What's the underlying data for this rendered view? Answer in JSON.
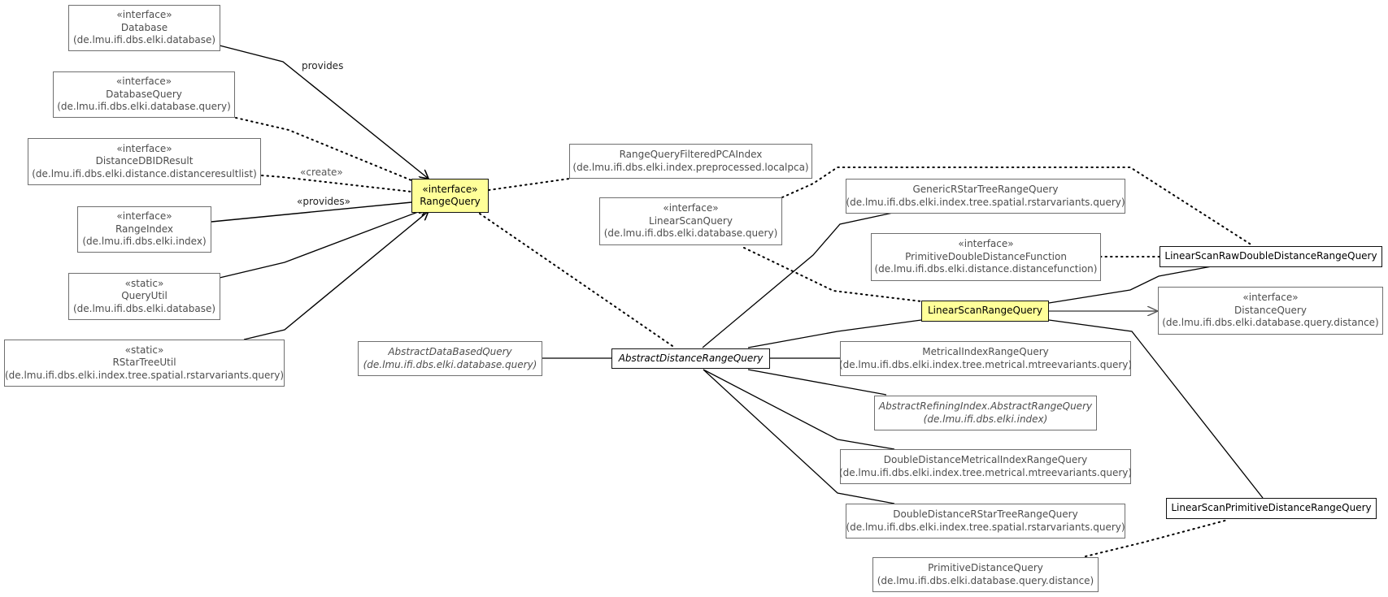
{
  "nodes": {
    "database": {
      "stereotype": "«interface»",
      "name": "Database",
      "package": "(de.lmu.ifi.dbs.elki.database)"
    },
    "database_query": {
      "stereotype": "«interface»",
      "name": "DatabaseQuery",
      "package": "(de.lmu.ifi.dbs.elki.database.query)"
    },
    "distance_dbid_result": {
      "stereotype": "«interface»",
      "name": "DistanceDBIDResult",
      "package": "(de.lmu.ifi.dbs.elki.distance.distanceresultlist)"
    },
    "range_index": {
      "stereotype": "«interface»",
      "name": "RangeIndex",
      "package": "(de.lmu.ifi.dbs.elki.index)"
    },
    "query_util": {
      "stereotype": "«static»",
      "name": "QueryUtil",
      "package": "(de.lmu.ifi.dbs.elki.database)"
    },
    "rstar_tree_util": {
      "stereotype": "«static»",
      "name": "RStarTreeUtil",
      "package": "(de.lmu.ifi.dbs.elki.index.tree.spatial.rstarvariants.query)"
    },
    "range_query": {
      "stereotype": "«interface»",
      "name": "RangeQuery"
    },
    "range_query_filtered_pca": {
      "name": "RangeQueryFilteredPCAIndex",
      "package": "(de.lmu.ifi.dbs.elki.index.preprocessed.localpca)"
    },
    "linear_scan_query": {
      "stereotype": "«interface»",
      "name": "LinearScanQuery",
      "package": "(de.lmu.ifi.dbs.elki.database.query)"
    },
    "abstract_data_based_query": {
      "name": "AbstractDataBasedQuery",
      "package": "(de.lmu.ifi.dbs.elki.database.query)"
    },
    "abstract_distance_range_query": {
      "name": "AbstractDistanceRangeQuery"
    },
    "generic_rstar_tree_range_query": {
      "name": "GenericRStarTreeRangeQuery",
      "package": "(de.lmu.ifi.dbs.elki.index.tree.spatial.rstarvariants.query)"
    },
    "primitive_double_distance_function": {
      "stereotype": "«interface»",
      "name": "PrimitiveDoubleDistanceFunction",
      "package": "(de.lmu.ifi.dbs.elki.distance.distancefunction)"
    },
    "linear_scan_range_query": {
      "name": "LinearScanRangeQuery"
    },
    "metrical_index_range_query": {
      "name": "MetricalIndexRangeQuery",
      "package": "(de.lmu.ifi.dbs.elki.index.tree.metrical.mtreevariants.query)"
    },
    "abstract_refining_index_range_query": {
      "name": "AbstractRefiningIndex.AbstractRangeQuery",
      "package": "(de.lmu.ifi.dbs.elki.index)"
    },
    "double_distance_metrical_index_range_query": {
      "name": "DoubleDistanceMetricalIndexRangeQuery",
      "package": "(de.lmu.ifi.dbs.elki.index.tree.metrical.mtreevariants.query)"
    },
    "double_distance_rstar_tree_range_query": {
      "name": "DoubleDistanceRStarTreeRangeQuery",
      "package": "(de.lmu.ifi.dbs.elki.index.tree.spatial.rstarvariants.query)"
    },
    "primitive_distance_query": {
      "name": "PrimitiveDistanceQuery",
      "package": "(de.lmu.ifi.dbs.elki.database.query.distance)"
    },
    "linear_scan_raw_double_distance_range_query": {
      "name": "LinearScanRawDoubleDistanceRangeQuery"
    },
    "distance_query": {
      "stereotype": "«interface»",
      "name": "DistanceQuery",
      "package": "(de.lmu.ifi.dbs.elki.database.query.distance)"
    },
    "linear_scan_primitive_distance_range_query": {
      "name": "LinearScanPrimitiveDistanceRangeQuery"
    }
  },
  "edge_labels": {
    "provides": "provides",
    "create": "«create»",
    "provides_stereo": "«provides»"
  },
  "colors": {
    "focus_fill": "#ffff99",
    "line": "#000000",
    "border": "#6f6f6f"
  }
}
